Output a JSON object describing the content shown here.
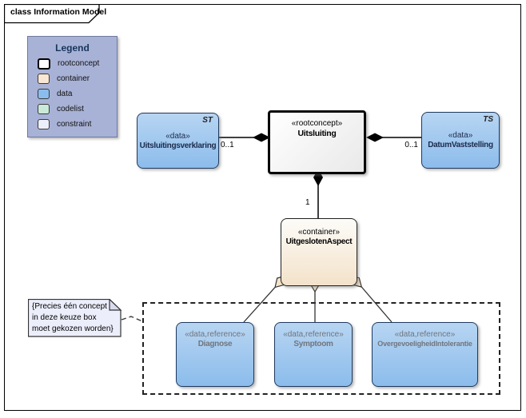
{
  "frame": {
    "title": "class Information Model"
  },
  "legend": {
    "title": "Legend",
    "items": [
      {
        "label": "rootconcept",
        "color": "#ffffff"
      },
      {
        "label": "container",
        "color": "#f9e6d3"
      },
      {
        "label": "data",
        "color": "#8abded"
      },
      {
        "label": "codelist",
        "color": "#c9ead8"
      },
      {
        "label": "constraint",
        "color": "#eceefb"
      }
    ]
  },
  "nodes": {
    "uitsluitingsverklaring": {
      "stereotype": "«data»",
      "name": "Uitsluitingsverklaring",
      "tag": "ST"
    },
    "uitsluiting": {
      "stereotype": "«rootconcept»",
      "name": "Uitsluiting"
    },
    "datumVaststelling": {
      "stereotype": "«data»",
      "name": "DatumVaststelling",
      "tag": "TS"
    },
    "uitgeslotenAspect": {
      "stereotype": "«container»",
      "name": "UitgeslotenAspect"
    },
    "diagnose": {
      "stereotype": "«data,reference»",
      "name": "Diagnose"
    },
    "symptoom": {
      "stereotype": "«data,reference»",
      "name": "Symptoom"
    },
    "overgevoeligheidIntolerantie": {
      "stereotype": "«data,reference»",
      "name": "OvergevoeligheidIntolerantie"
    }
  },
  "multiplicities": {
    "verklaring": "0..1",
    "datum": "0..1",
    "aspect": "1"
  },
  "note": {
    "text": "{Precies één concept in deze keuze box moet gekozen worden}"
  },
  "colors": {
    "data_fill": "#8abded",
    "container_fill": "#f9e6d3",
    "codelist_fill": "#c9ead8",
    "constraint_fill": "#eceefb",
    "legend_bg": "#a8b2d6",
    "legend_title_text": "#17365d",
    "reference_text": "#71757e",
    "diamond_fill": "#f5e3c8"
  }
}
